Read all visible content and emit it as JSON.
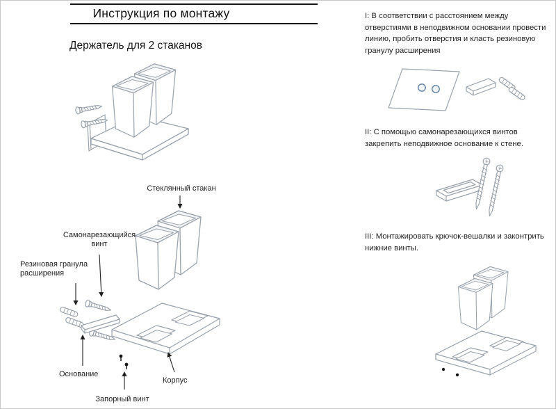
{
  "page": {
    "title": "Инструкция по монтажу",
    "subtitle": "Держатель для 2 стаканов"
  },
  "exploded_labels": {
    "glass_cup": "Стеклянный стакан",
    "self_tapping_screw": "Самонарезающийся винт",
    "rubber_granule": "Резиновая гранула расширения",
    "base": "Основание",
    "body": "Корпус",
    "locking_screw": "Запорный винт"
  },
  "steps": [
    {
      "num": "I:",
      "text": "В соответствии с расстоянием между отверстиями в неподвижном основании провести линию, пробить отверстия и класть резиновую гранулу расширения"
    },
    {
      "num": "II:",
      "text": "С помощью самонарезающихся винтов закрепить неподвижное основание к стене."
    },
    {
      "num": "III:",
      "text": "Монтажировать крючок-вешалки и законтрить нижние винты."
    }
  ],
  "colors": {
    "rule": "#161616",
    "drawing_stroke": "#9aa2ab",
    "hole_ring": "#5b7fa6",
    "text": "#1f1f1f"
  }
}
